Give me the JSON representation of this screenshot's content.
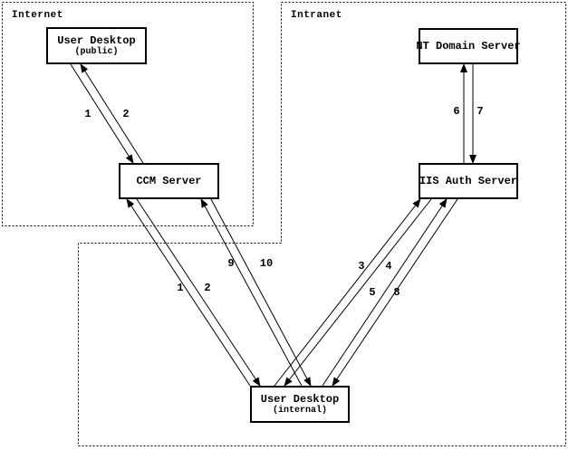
{
  "diagram": {
    "zones": [
      {
        "id": "internet",
        "label": "Internet"
      },
      {
        "id": "intranet",
        "label": "Intranet"
      }
    ],
    "nodes": [
      {
        "id": "user-desktop-public",
        "title": "User Desktop",
        "subtitle": "(public)"
      },
      {
        "id": "ccm-server",
        "title": "CCM Server"
      },
      {
        "id": "nt-domain-server",
        "title": "NT Domain Server"
      },
      {
        "id": "iis-auth-server",
        "title": "IIS Auth Server"
      },
      {
        "id": "user-desktop-internal",
        "title": "User Desktop",
        "subtitle": "(internal)"
      }
    ],
    "edges": [
      {
        "from": "User Desktop (public)",
        "to": "CCM Server",
        "labels": [
          "1",
          "2"
        ]
      },
      {
        "from": "User Desktop (internal)",
        "to": "CCM Server",
        "labels": [
          "1",
          "2"
        ]
      },
      {
        "from": "User Desktop (internal)",
        "to": "CCM Server",
        "labels": [
          "9",
          "10"
        ]
      },
      {
        "from": "User Desktop (internal)",
        "to": "IIS Auth Server",
        "labels": [
          "3",
          "4"
        ]
      },
      {
        "from": "User Desktop (internal)",
        "to": "IIS Auth Server",
        "labels": [
          "5",
          "8"
        ]
      },
      {
        "from": "IIS Auth Server",
        "to": "NT Domain Server",
        "labels": [
          "6",
          "7"
        ]
      }
    ],
    "colors": {
      "line": "#000000",
      "background": "#ffffff"
    }
  }
}
